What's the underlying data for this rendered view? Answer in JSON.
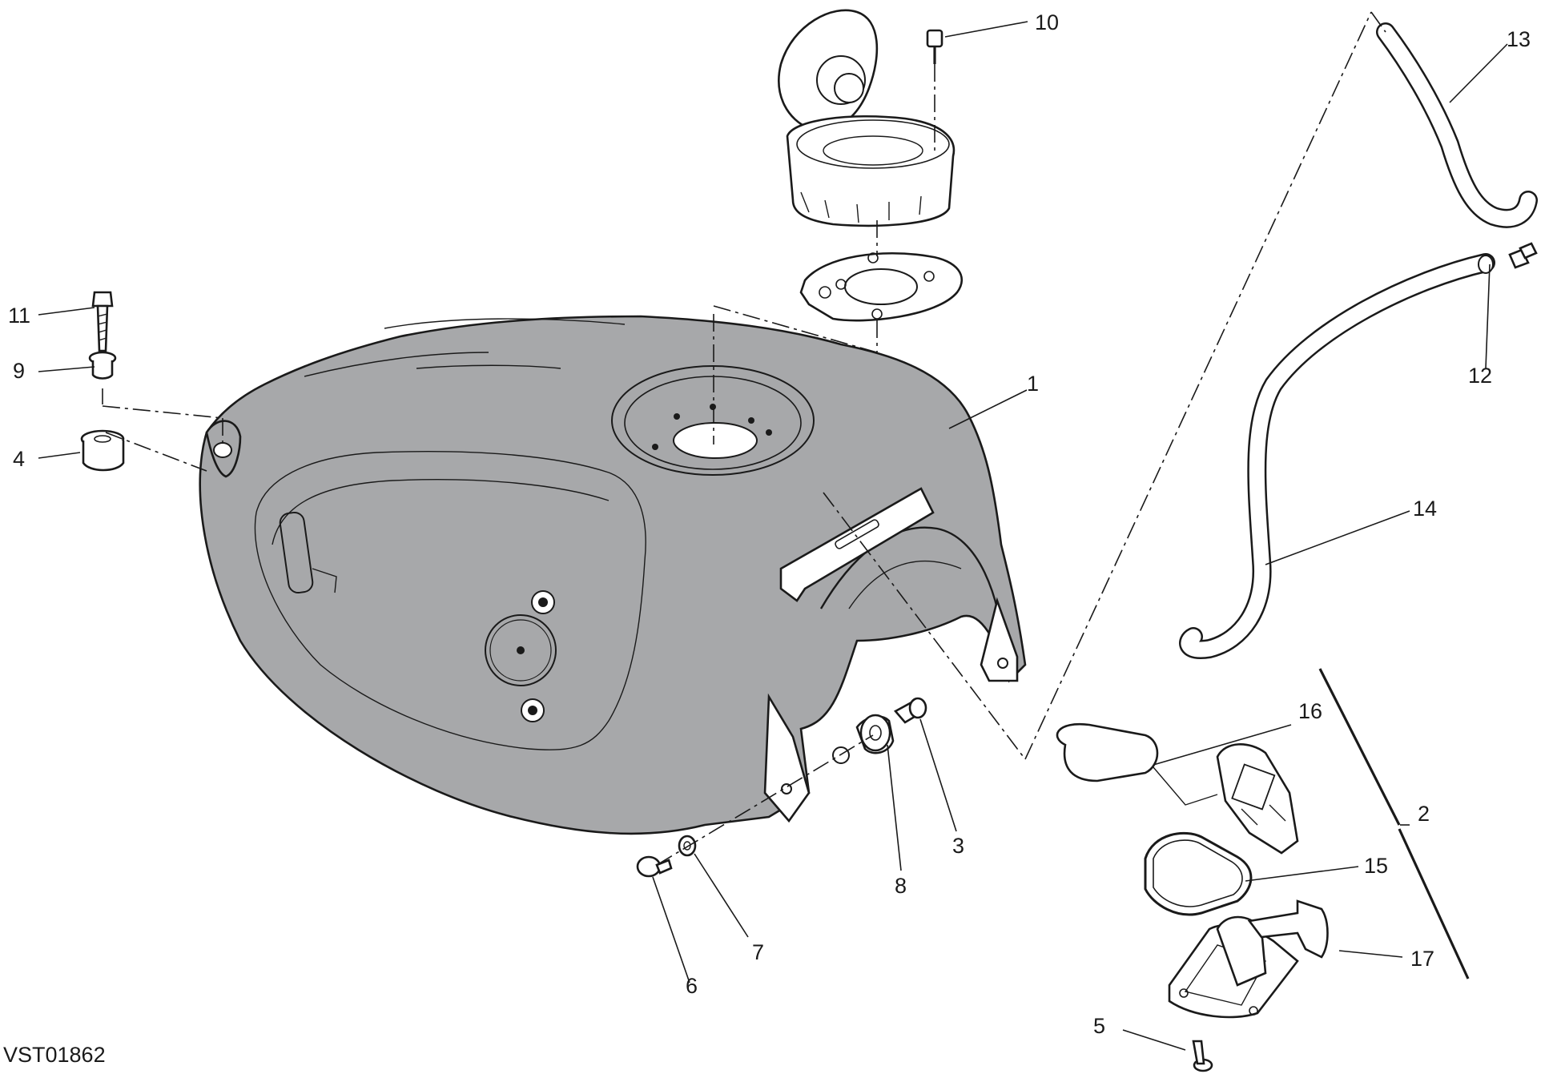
{
  "figure_code": "VST01862",
  "colors": {
    "tank_fill": "#a7a8aa",
    "line": "#1a1a1a",
    "background": "#ffffff"
  },
  "callouts": {
    "c1": "1",
    "c2": "2",
    "c3": "3",
    "c4": "4",
    "c5": "5",
    "c6": "6",
    "c7": "7",
    "c8": "8",
    "c9": "9",
    "c10": "10",
    "c11": "11",
    "c12": "12",
    "c13": "13",
    "c14": "14",
    "c15": "15",
    "c16": "16",
    "c17": "17"
  }
}
